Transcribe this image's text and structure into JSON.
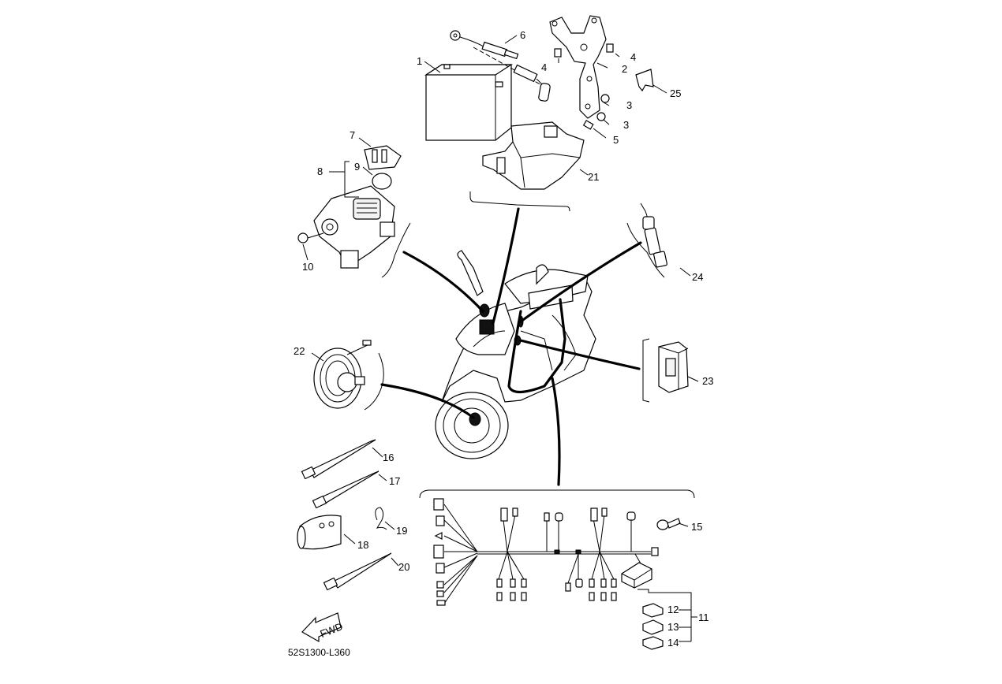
{
  "diagram": {
    "drawing_code": "52S1300-L360",
    "fwd_label": "FWD",
    "callouts": [
      {
        "id": "c1",
        "text": "1"
      },
      {
        "id": "c2",
        "text": "2"
      },
      {
        "id": "c3a",
        "text": "3"
      },
      {
        "id": "c3b",
        "text": "3"
      },
      {
        "id": "c4a",
        "text": "4"
      },
      {
        "id": "c4b",
        "text": "4"
      },
      {
        "id": "c5",
        "text": "5"
      },
      {
        "id": "c6",
        "text": "6"
      },
      {
        "id": "c7",
        "text": "7"
      },
      {
        "id": "c8",
        "text": "8"
      },
      {
        "id": "c9",
        "text": "9"
      },
      {
        "id": "c10",
        "text": "10"
      },
      {
        "id": "c11",
        "text": "11"
      },
      {
        "id": "c12",
        "text": "12"
      },
      {
        "id": "c13",
        "text": "13"
      },
      {
        "id": "c14",
        "text": "14"
      },
      {
        "id": "c15",
        "text": "15"
      },
      {
        "id": "c16",
        "text": "16"
      },
      {
        "id": "c17",
        "text": "17"
      },
      {
        "id": "c18",
        "text": "18"
      },
      {
        "id": "c19",
        "text": "19"
      },
      {
        "id": "c20",
        "text": "20"
      },
      {
        "id": "c21",
        "text": "21"
      },
      {
        "id": "c22",
        "text": "22"
      },
      {
        "id": "c23",
        "text": "23"
      },
      {
        "id": "c24",
        "text": "24"
      },
      {
        "id": "c25",
        "text": "25"
      }
    ]
  }
}
